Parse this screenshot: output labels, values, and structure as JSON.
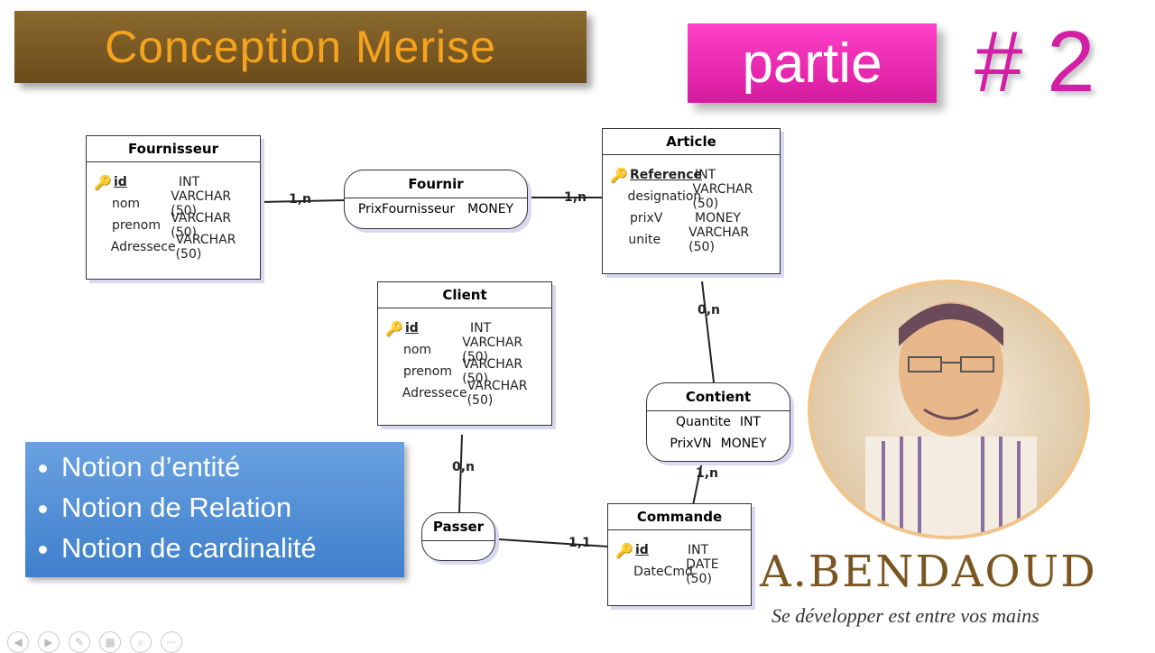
{
  "header": {
    "title": "Conception Merise",
    "part_label": "partie",
    "part_number": "# 2"
  },
  "entities": {
    "fournisseur": {
      "name": "Fournisseur",
      "attributes": [
        {
          "name": "id",
          "type": "INT",
          "pk": true
        },
        {
          "name": "nom",
          "type": "VARCHAR (50)"
        },
        {
          "name": "prenom",
          "type": "VARCHAR (50)"
        },
        {
          "name": "Adressece",
          "type": "VARCHAR (50)"
        }
      ]
    },
    "article": {
      "name": "Article",
      "attributes": [
        {
          "name": "Reference",
          "type": "INT",
          "pk": true
        },
        {
          "name": "designation",
          "type": "VARCHAR (50)"
        },
        {
          "name": "prixV",
          "type": "MONEY"
        },
        {
          "name": "unite",
          "type": "VARCHAR (50)"
        }
      ]
    },
    "client": {
      "name": "Client",
      "attributes": [
        {
          "name": "id",
          "type": "INT",
          "pk": true
        },
        {
          "name": "nom",
          "type": "VARCHAR (50)"
        },
        {
          "name": "prenom",
          "type": "VARCHAR (50)"
        },
        {
          "name": "Adressece",
          "type": "VARCHAR (50)"
        }
      ]
    },
    "commande": {
      "name": "Commande",
      "attributes": [
        {
          "name": "id",
          "type": "INT",
          "pk": true
        },
        {
          "name": "DateCmd",
          "type": "DATE (50)"
        }
      ]
    }
  },
  "relations": {
    "fournir": {
      "name": "Fournir",
      "attributes": [
        {
          "name": "PrixFournisseur",
          "type": "MONEY"
        }
      ]
    },
    "contient": {
      "name": "Contient",
      "attributes": [
        {
          "name": "Quantite",
          "type": "INT"
        },
        {
          "name": "PrixVN",
          "type": "MONEY"
        }
      ]
    },
    "passer": {
      "name": "Passer",
      "attributes": []
    }
  },
  "cardinalities": {
    "fournisseur_fournir": "1,n",
    "article_fournir": "1,n",
    "article_contient": "0,n",
    "commande_contient": "1,n",
    "client_passer": "0,n",
    "commande_passer": "1,1"
  },
  "notions": [
    "Notion d’entité",
    "Notion de Relation",
    "Notion de cardinalité"
  ],
  "brand": {
    "name": "A.BENDAOUD",
    "tagline": "Se développer est entre vos mains"
  },
  "colors": {
    "title_bg": "#7a5a24",
    "title_text": "#f5a31e",
    "accent_pink": "#e02bb0",
    "notions_bg": "#4a8bd6"
  }
}
